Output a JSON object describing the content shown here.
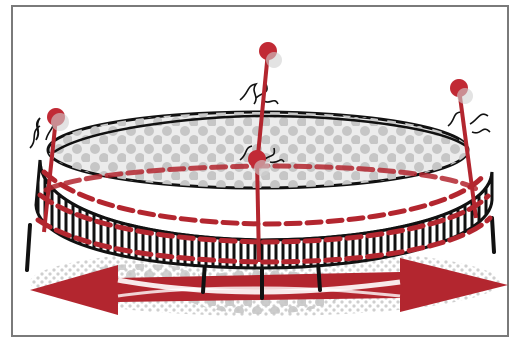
{
  "colors": {
    "frame": "#7a7a7a",
    "background": "#ffffff",
    "ink": "#111111",
    "accent_red": "#b3262f",
    "pin_head": "#c12a35",
    "halftone_gray": "#c4c4c4",
    "halftone_light": "#d8d8d8"
  },
  "icons": [
    "trampoline-illustration",
    "pin-marker",
    "double-headed-arrow",
    "halftone-shadow"
  ]
}
